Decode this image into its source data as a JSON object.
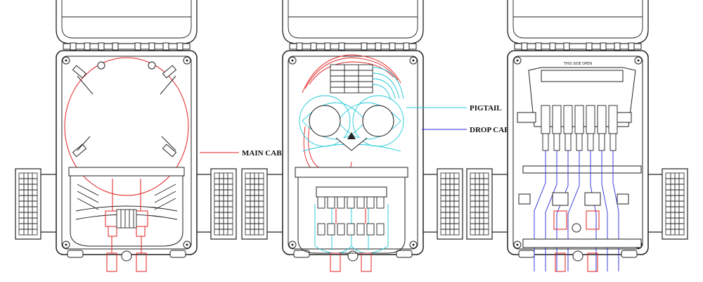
{
  "labels": {
    "main_cable": "MAIN CABLE",
    "pigtail": "PIGTAIL",
    "drop_cable": "DROP CABLE",
    "lid_note": "THIS SIDE OPEN"
  },
  "colors": {
    "outline": "#222222",
    "main_cable": "#e02020",
    "pigtail": "#20c8d8",
    "drop_cable": "#2a2ad8"
  }
}
